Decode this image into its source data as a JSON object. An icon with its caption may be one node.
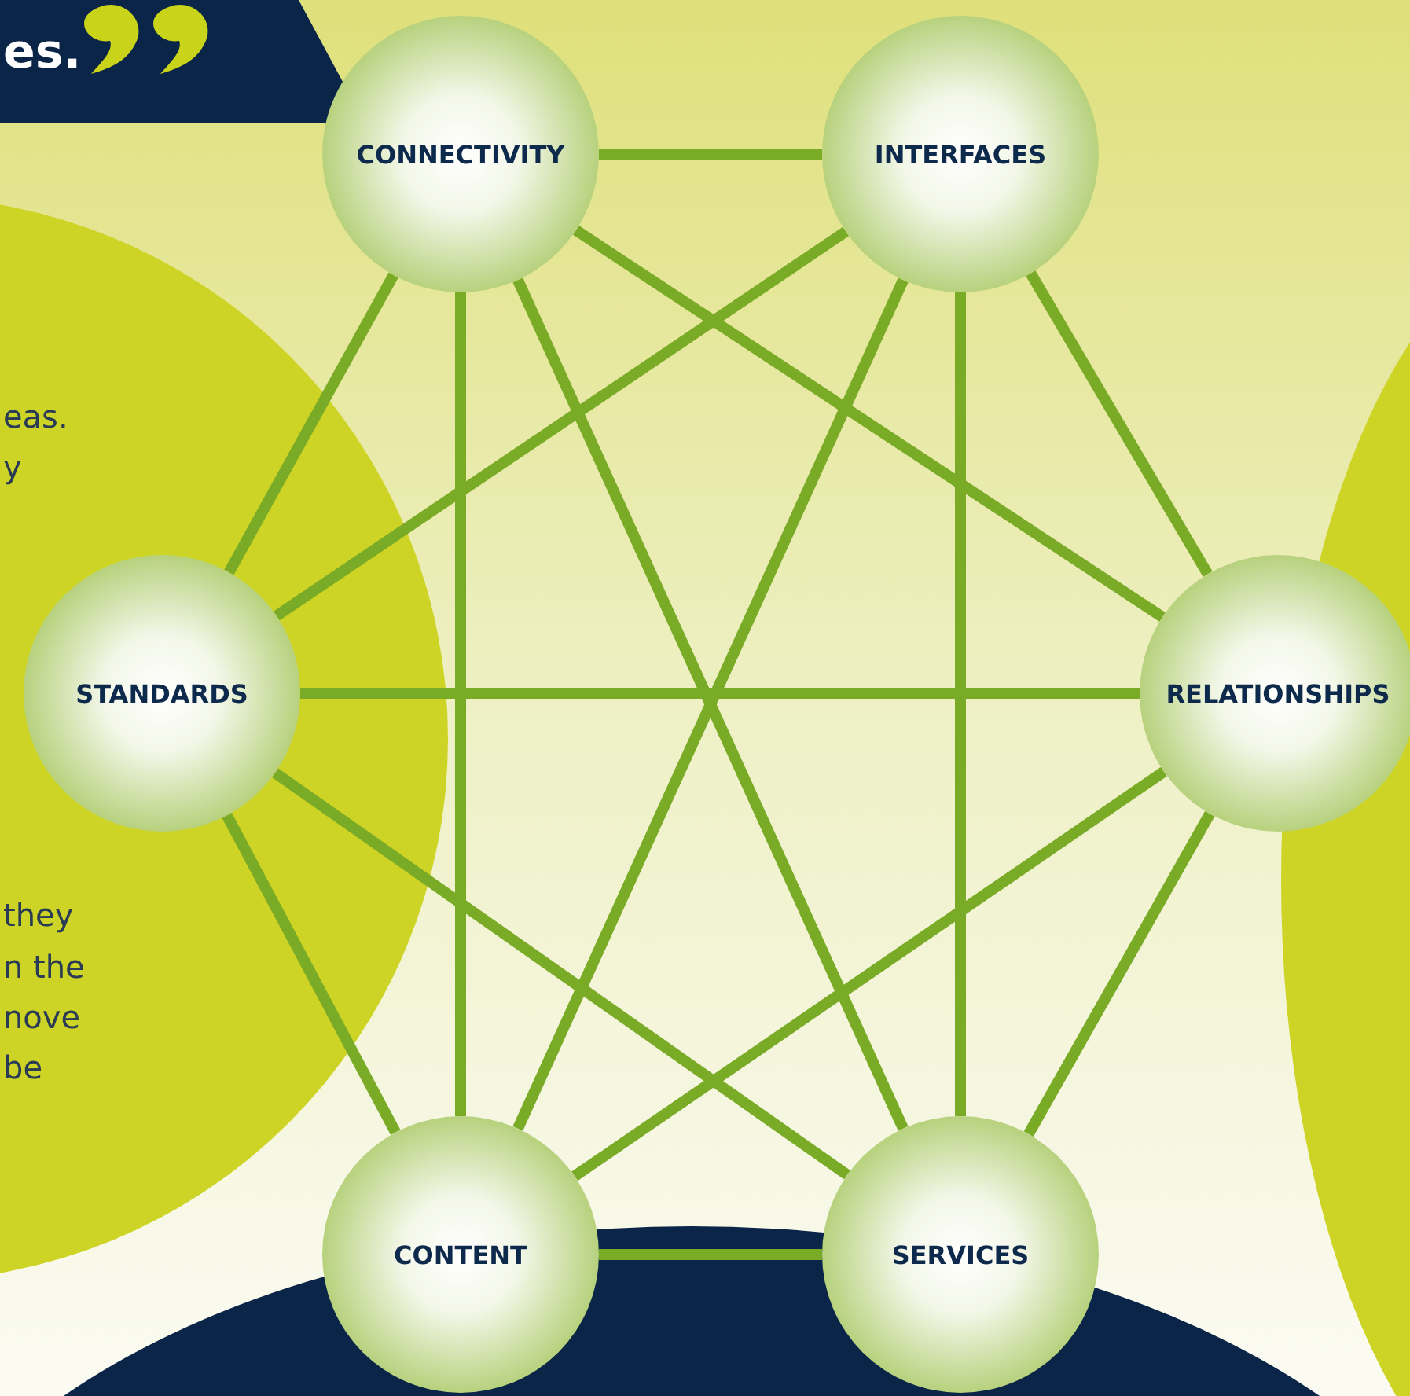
{
  "diagram": {
    "nodes": [
      {
        "text": [
          "CONNECTIVITY"
        ]
      },
      {
        "text": [
          "INTERFACES"
        ]
      },
      {
        "text": [
          "STANDARDS"
        ]
      },
      {
        "text": [
          "RELATIONSHIPS"
        ]
      },
      {
        "text": [
          "CONTENT"
        ]
      },
      {
        "text": [
          "SERVICES"
        ]
      }
    ],
    "edges": [
      {
        "from": 0,
        "to": 1,
        "arrow": "none"
      },
      {
        "from": 0,
        "to": 2,
        "arrow": "none"
      },
      {
        "from": 0,
        "to": 3,
        "arrow": "none"
      },
      {
        "from": 0,
        "to": 4,
        "arrow": "none"
      },
      {
        "from": 0,
        "to": 5,
        "arrow": "none"
      },
      {
        "from": 1,
        "to": 2,
        "arrow": "none"
      },
      {
        "from": 1,
        "to": 3,
        "arrow": "none"
      },
      {
        "from": 1,
        "to": 4,
        "arrow": "none"
      },
      {
        "from": 1,
        "to": 5,
        "arrow": "none"
      },
      {
        "from": 2,
        "to": 3,
        "arrow": "none"
      },
      {
        "from": 2,
        "to": 4,
        "arrow": "none"
      },
      {
        "from": 2,
        "to": 5,
        "arrow": "none"
      },
      {
        "from": 3,
        "to": 4,
        "arrow": "none"
      },
      {
        "from": 3,
        "to": 5,
        "arrow": "none"
      },
      {
        "from": 4,
        "to": 5,
        "arrow": "none"
      }
    ],
    "labels": [
      "es.",
      "eas.",
      "y",
      "they",
      "n the",
      "nove",
      "be"
    ]
  }
}
